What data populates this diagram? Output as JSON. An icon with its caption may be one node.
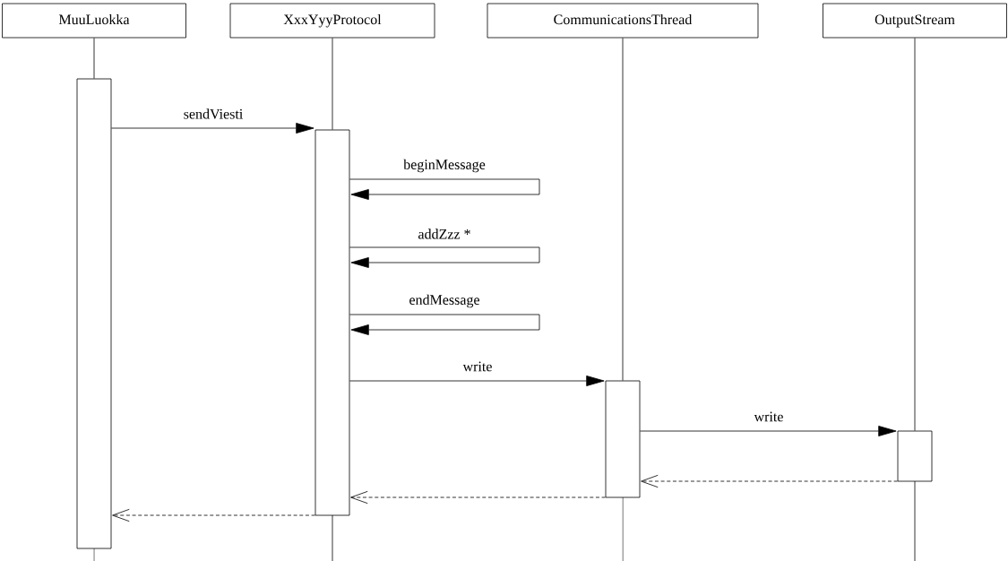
{
  "diagram": {
    "nodes": [
      {
        "text": [
          "MuuLuokka"
        ]
      },
      {
        "text": [
          "XxxYyyProtocol"
        ]
      },
      {
        "text": [
          "CommunicationsThread"
        ]
      },
      {
        "text": [
          "OutputStream"
        ]
      },
      {
        "text": [],
        "shape": "bar"
      },
      {
        "text": [],
        "shape": "bar"
      },
      {
        "text": [],
        "shape": "bar"
      },
      {
        "text": [],
        "shape": "bar"
      }
    ],
    "edges": [
      {
        "from": 0,
        "to": 4,
        "arrow": "none"
      },
      {
        "from": 1,
        "to": 5,
        "arrow": "none"
      },
      {
        "from": 2,
        "to": 6,
        "arrow": "none"
      },
      {
        "from": 3,
        "to": 7,
        "arrow": "none"
      },
      {
        "from": 4,
        "to": 5,
        "arrow": "to",
        "label": "sendViesti"
      },
      {
        "from": 5,
        "to": 5,
        "arrow": "to",
        "label": "beginMessage"
      },
      {
        "from": 5,
        "to": 5,
        "arrow": "to",
        "label": "addZzz *"
      },
      {
        "from": 5,
        "to": 5,
        "arrow": "to",
        "label": "endMessage"
      },
      {
        "from": 5,
        "to": 6,
        "arrow": "to",
        "label": "write"
      },
      {
        "from": 6,
        "to": 7,
        "arrow": "to",
        "label": "write"
      },
      {
        "from": 7,
        "to": 6,
        "arrow": "to",
        "style": "dashed"
      },
      {
        "from": 6,
        "to": 5,
        "arrow": "to",
        "style": "dashed"
      },
      {
        "from": 5,
        "to": 4,
        "arrow": "to",
        "style": "dashed"
      }
    ]
  }
}
